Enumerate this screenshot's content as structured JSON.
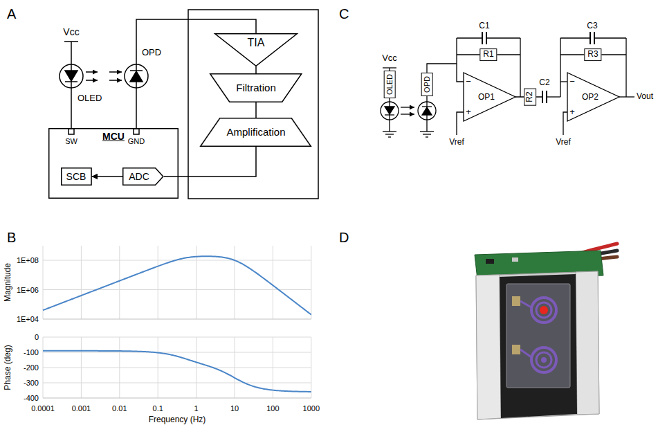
{
  "diagram": {
    "nodes": [
      {
        "text": [
          "TIA"
        ]
      },
      {
        "text": [
          "Filtration"
        ]
      },
      {
        "text": [
          "Amplification"
        ]
      },
      {
        "text": [
          "MCU"
        ]
      },
      {
        "text": [
          "SCB"
        ],
        "in": 3
      },
      {
        "text": [
          "ADC"
        ],
        "in": 3
      }
    ],
    "edges": [
      {
        "from": 0,
        "to": 1,
        "arrow": "none"
      },
      {
        "from": 1,
        "to": 2,
        "arrow": "none"
      },
      {
        "from": 2,
        "to": 5,
        "arrow": "none"
      },
      {
        "from": 5,
        "to": 4,
        "arrow": "to"
      }
    ],
    "labels": [
      "A",
      "Vcc",
      "OLED",
      "OPD",
      "SW",
      "GND",
      "B",
      "1E+08",
      "1E+06",
      "1E+04",
      "Magnitude",
      "0",
      "-100",
      "-200",
      "-300",
      "-400",
      "Phase (deg)",
      "0.0001",
      "0.001",
      "0.01",
      "0.1",
      "1",
      "10",
      "100",
      "1000",
      "Frequency (Hz)",
      "C",
      "Vcc",
      "OLED",
      "OPD",
      "C1",
      "R1",
      "−",
      "+",
      "OP1",
      "Vref",
      "R2",
      "C2",
      "C3",
      "R3",
      "−",
      "+",
      "OP2",
      "Vref",
      "Vout",
      "D"
    ]
  }
}
